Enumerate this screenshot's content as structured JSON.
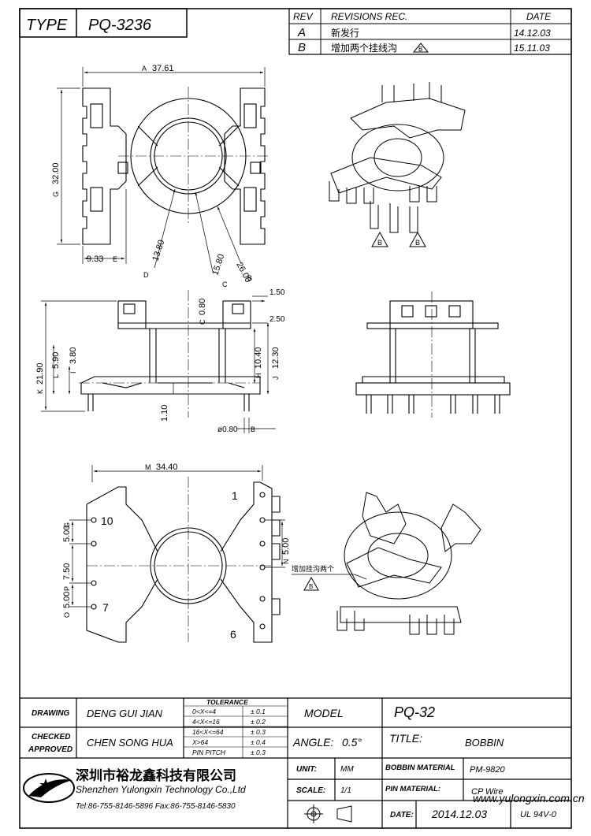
{
  "header": {
    "type_label": "TYPE",
    "type_value": "PQ-3236",
    "rev_label": "REV",
    "revisions_label": "REVISIONS REC.",
    "date_label": "DATE",
    "revisions": [
      {
        "rev": "A",
        "text": "新发行",
        "date": "14.12.03"
      },
      {
        "rev": "B",
        "text": "增加两个挂线沟",
        "mark": "B",
        "date": "15.11.03"
      }
    ]
  },
  "dimensions": {
    "top_width": "37.61",
    "top_width_tag": "A",
    "top_height": "32.00",
    "top_height_tag": "G",
    "left_offset": "9.33",
    "left_offset_tag": "E",
    "dia_d": "13.80",
    "dia_d_tag": "D",
    "dia_c": "15.80",
    "dia_c_tag": "C",
    "dia_b": "26.00",
    "dia_b_tag": "B",
    "side_top_thk": "0.80",
    "side_top_thk_tag": "C",
    "side_150": "1.50",
    "side_250": "2.50",
    "side_height": "21.90",
    "side_height_tag": "K",
    "side_590": "5.90",
    "side_590_tag": "L",
    "side_380": "3.80",
    "side_380_tag": "I",
    "side_1040": "10.40",
    "side_1040_tag": "H",
    "side_1230": "12.30",
    "side_1230_tag": "J",
    "side_110": "1.10",
    "pin_dia": "0.80",
    "pin_dia_tag": "B",
    "bottom_width": "34.40",
    "bottom_width_tag": "M",
    "pitch_a": "5.00",
    "pitch_a_tag": "G",
    "pitch_b": "5.00",
    "pitch_c": "7.50",
    "pitch_c_tag": "P",
    "pitch_d": "5.00",
    "pitch_d_tag": "O",
    "pitch_right": "5.00",
    "pitch_right_tag": "N",
    "pin_1": "1",
    "pin_6": "6",
    "pin_7": "7",
    "pin_10": "10"
  },
  "notes": {
    "mark_b": "B",
    "add_grooves": "增加挂沟两个"
  },
  "footer": {
    "drawing_label": "DRAWING",
    "drawing_name": "DENG GUI JIAN",
    "checked_label": "CHECKED",
    "approved_label": "APPROVED",
    "checked_name": "CHEN SONG HUA",
    "tolerance_title": "TOLERANCE",
    "tolerance": [
      {
        "range": "0<X<=4",
        "value": "± 0.1"
      },
      {
        "range": "4<X<=16",
        "value": "± 0.2"
      },
      {
        "range": "16<X<=64",
        "value": "± 0.3"
      },
      {
        "range": "X>64",
        "value": "± 0.4"
      },
      {
        "range": "PIN PITCH",
        "value": "± 0.3"
      }
    ],
    "model_label": "MODEL",
    "model_value": "PQ-32",
    "angle_label": "ANGLE:",
    "angle_value": "0.5°",
    "title_label": "TITLE:",
    "title_value": "BOBBIN",
    "company_cn": "深圳市裕龙鑫科技有限公司",
    "company_en": "Shenzhen Yulongxin Technology Co.,Ltd",
    "contact": "Tel:86-755-8146-5896   Fax:86-755-8146-5830",
    "unit_label": "UNIT:",
    "unit_value": "MM",
    "scale_label": "SCALE:",
    "scale_value": "1/1",
    "bobbin_material_label": "BOBBIN MATERIAL",
    "bobbin_material_value": "PM-9820",
    "pin_material_label": "PIN MATERIAL:",
    "pin_material_value": "CP Wire",
    "date_label": "DATE:",
    "date_value": "2014.12.03",
    "ul_value": "UL 94V-0",
    "watermark": "www.yulongxin.com.cn"
  }
}
